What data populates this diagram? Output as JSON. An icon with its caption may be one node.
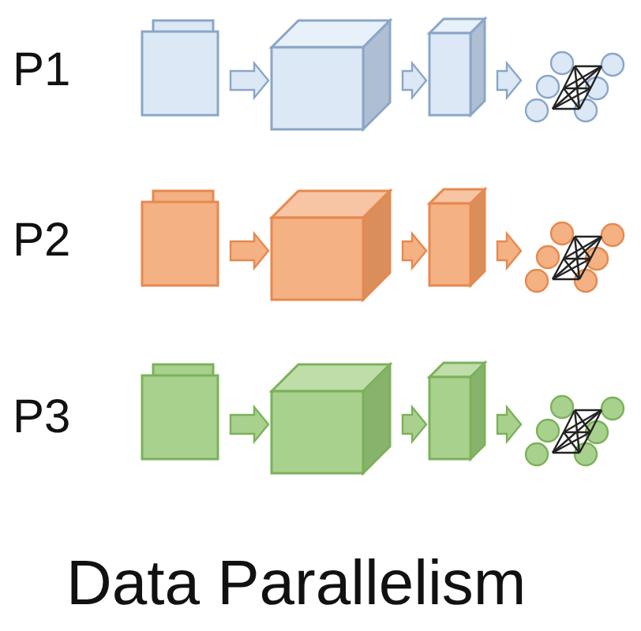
{
  "diagram": {
    "caption": "Data Parallelism",
    "nodes": [
      {
        "text": [],
        "shape": "stack"
      },
      {
        "text": [],
        "shape": "cube"
      },
      {
        "text": [],
        "shape": "cuboid"
      },
      {
        "text": [],
        "shape": "network"
      },
      {
        "text": [],
        "shape": "stack"
      },
      {
        "text": [],
        "shape": "cube"
      },
      {
        "text": [],
        "shape": "cuboid"
      },
      {
        "text": [],
        "shape": "network"
      },
      {
        "text": [],
        "shape": "stack"
      },
      {
        "text": [],
        "shape": "cube"
      },
      {
        "text": [],
        "shape": "cuboid"
      },
      {
        "text": [],
        "shape": "network"
      }
    ],
    "edges": [
      {
        "from": 0,
        "to": 1,
        "arrow": "to"
      },
      {
        "from": 1,
        "to": 2,
        "arrow": "to"
      },
      {
        "from": 2,
        "to": 3,
        "arrow": "to"
      },
      {
        "from": 4,
        "to": 5,
        "arrow": "to"
      },
      {
        "from": 5,
        "to": 6,
        "arrow": "to"
      },
      {
        "from": 6,
        "to": 7,
        "arrow": "to"
      },
      {
        "from": 8,
        "to": 9,
        "arrow": "to"
      },
      {
        "from": 9,
        "to": 10,
        "arrow": "to"
      },
      {
        "from": 10,
        "to": 11,
        "arrow": "to"
      }
    ],
    "labels": [
      "P1",
      "P2",
      "P3"
    ]
  }
}
